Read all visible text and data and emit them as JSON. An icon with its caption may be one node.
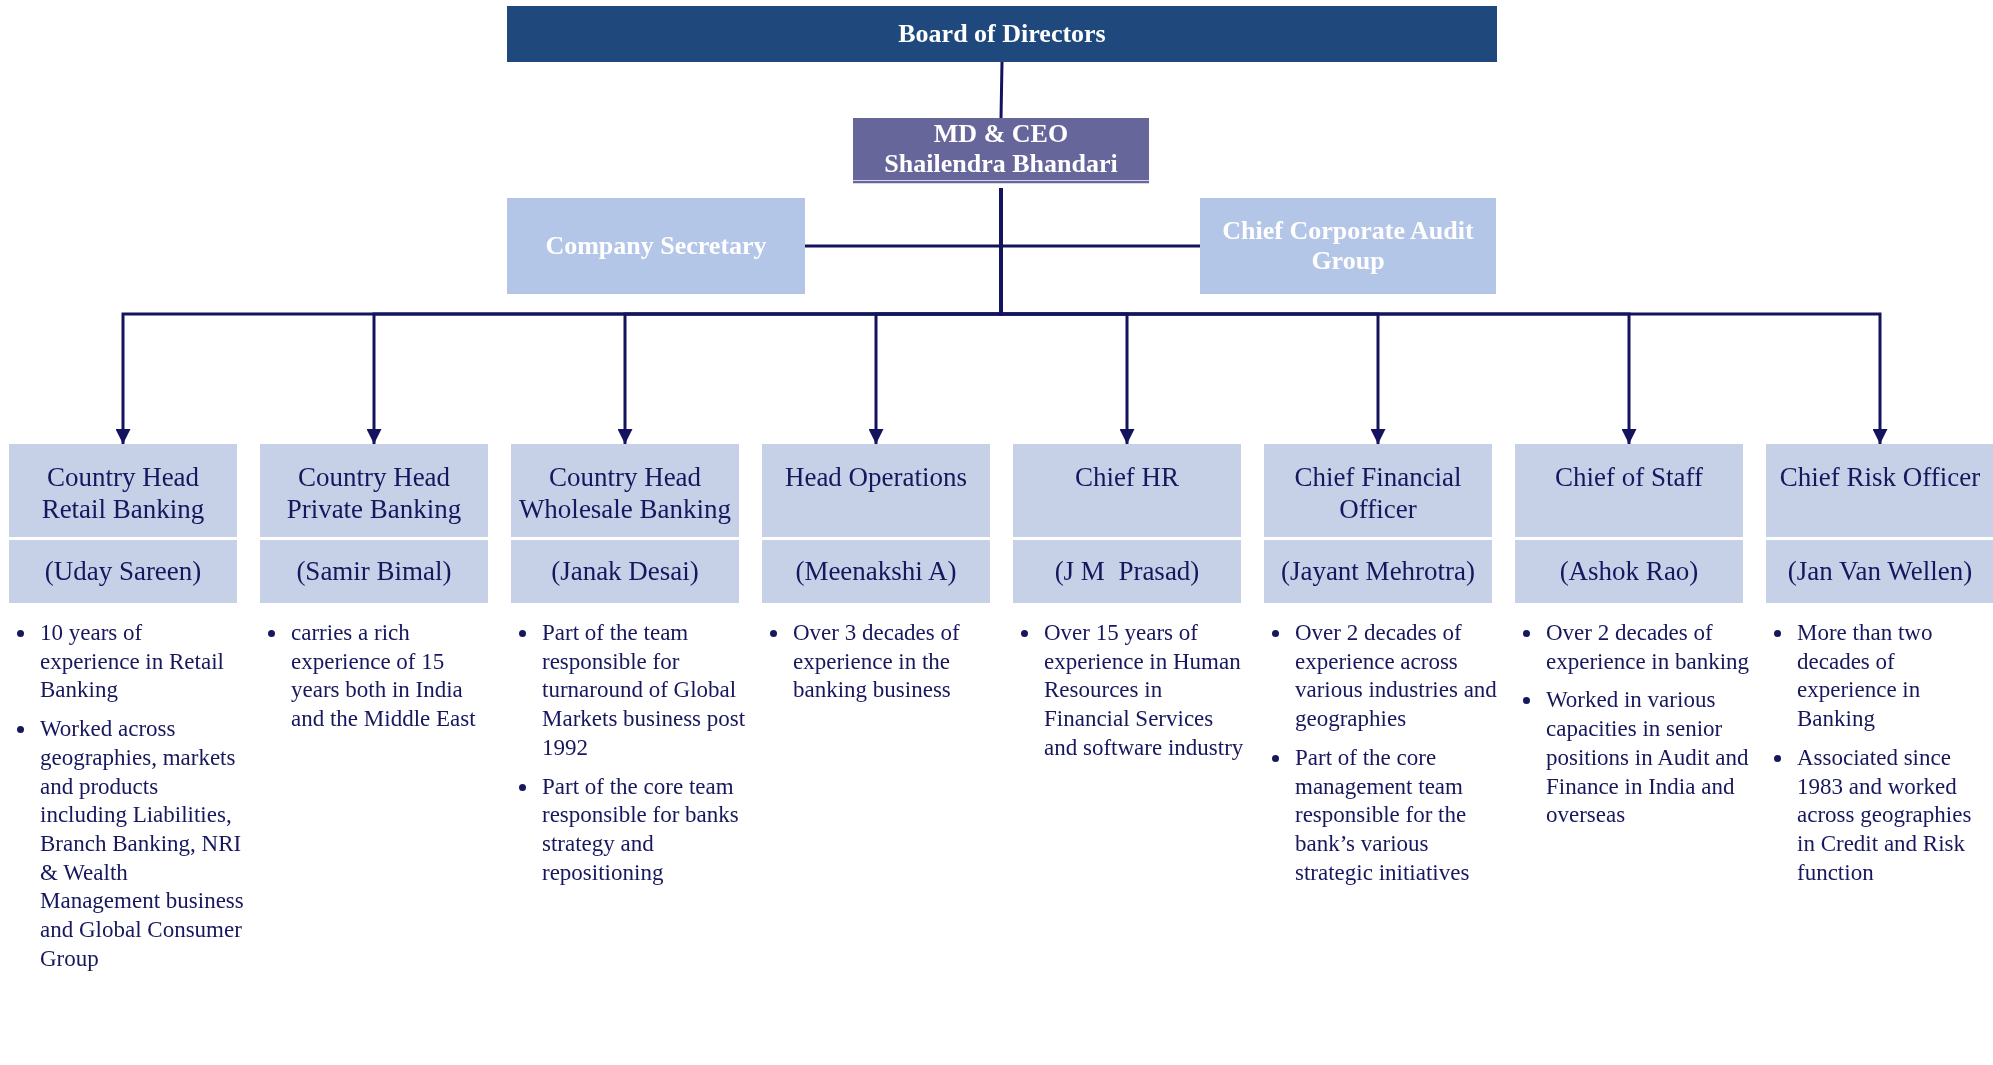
{
  "diagram": {
    "nodes": [
      {
        "text": [
          "Board of Directors"
        ]
      },
      {
        "text": [
          "MD & CEO",
          "Shailendra Bhandari"
        ]
      },
      {
        "text": [
          "Company Secretary"
        ]
      },
      {
        "text": [
          "Chief Corporate Audit Group"
        ]
      },
      {
        "text": [
          "Country Head Retail Banking",
          "(Uday Sareen)"
        ],
        "beside": [
          "10 years of experience in Retail Banking",
          "Worked across geographies, markets and products including Liabilities, Branch Banking, NRI & Wealth Management business and Global Consumer Group"
        ]
      },
      {
        "text": [
          "Country Head Private Banking",
          "(Samir Bimal)"
        ],
        "beside": [
          "carries a rich experience of 15 years both in India and the Middle East"
        ]
      },
      {
        "text": [
          "Country Head Wholesale Banking",
          "(Janak Desai)"
        ],
        "beside": [
          "Part of the team responsible for turnaround of Global Markets business post 1992",
          "Part of the core team responsible for banks strategy and repositioning"
        ]
      },
      {
        "text": [
          "Head Operations",
          "(Meenakshi A)"
        ],
        "beside": [
          "Over 3 decades of experience in the banking business"
        ]
      },
      {
        "text": [
          "Chief HR",
          "(J M  Prasad)"
        ],
        "beside": [
          "Over 15 years of experience in Human Resources in Financial Services and software industry"
        ]
      },
      {
        "text": [
          "Chief Financial Officer",
          "(Jayant Mehrotra)"
        ],
        "beside": [
          "Over 2 decades of experience across various industries and geographies",
          "Part of the core management team responsible for the bank’s various strategic initiatives"
        ]
      },
      {
        "text": [
          "Chief of Staff",
          "(Ashok Rao)"
        ],
        "beside": [
          "Over 2 decades of experience in banking",
          "Worked in various capacities in senior positions in Audit and Finance in India and overseas"
        ]
      },
      {
        "text": [
          "Chief Risk Officer",
          "(Jan Van Wellen)"
        ],
        "beside": [
          "More than two decades of experience in Banking",
          "Associated since 1983 and worked across geographies in Credit and Risk function"
        ]
      }
    ],
    "edges": [
      {
        "from": 0,
        "to": 1,
        "arrow": "none"
      },
      {
        "from": 1,
        "to": 2,
        "arrow": "none"
      },
      {
        "from": 1,
        "to": 3,
        "arrow": "none"
      },
      {
        "from": 1,
        "to": 4,
        "arrow": "to"
      },
      {
        "from": 1,
        "to": 5,
        "arrow": "to"
      },
      {
        "from": 1,
        "to": 6,
        "arrow": "to"
      },
      {
        "from": 1,
        "to": 7,
        "arrow": "to"
      },
      {
        "from": 1,
        "to": 8,
        "arrow": "to"
      },
      {
        "from": 1,
        "to": 9,
        "arrow": "to"
      },
      {
        "from": 1,
        "to": 10,
        "arrow": "to"
      },
      {
        "from": 1,
        "to": 11,
        "arrow": "to"
      }
    ]
  }
}
